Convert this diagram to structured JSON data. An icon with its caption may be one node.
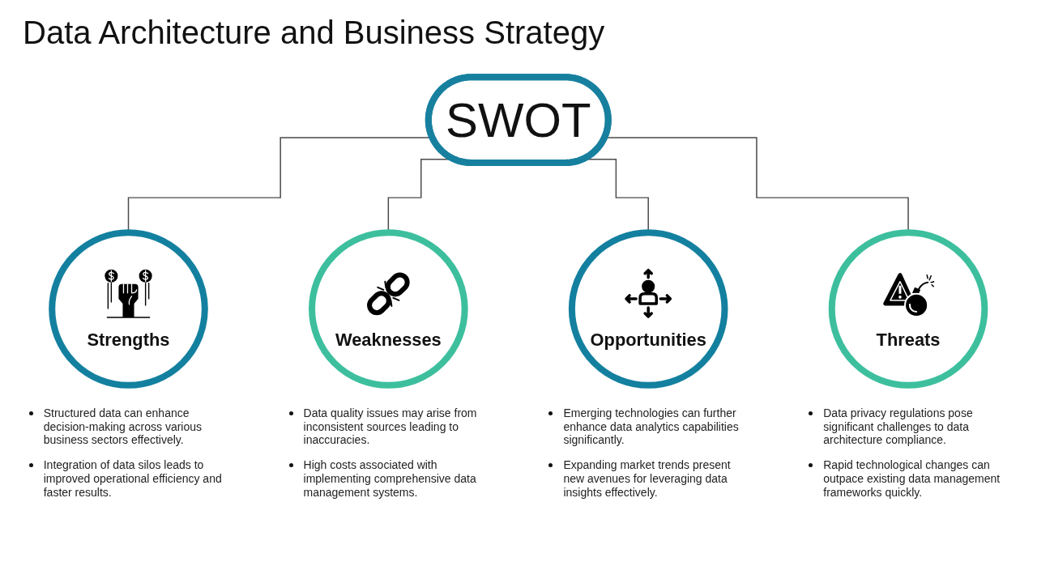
{
  "diagram": {
    "title": "Data Architecture and Business Strategy",
    "nodes": [
      {
        "text": [
          "SWOT"
        ]
      },
      {
        "text": [
          "Strengths"
        ],
        "beside": [
          "Structured data can enhance decision-making across various business sectors effectively.",
          "Integration of data silos leads to improved operational efficiency and faster results."
        ]
      },
      {
        "text": [
          "Weaknesses"
        ],
        "beside": [
          "Data quality issues may arise from inconsistent sources leading to inaccuracies.",
          "High costs associated with implementing comprehensive data management systems."
        ]
      },
      {
        "text": [
          "Opportunities"
        ],
        "beside": [
          "Emerging technologies can further enhance data analytics capabilities significantly.",
          "Expanding market trends present new avenues for leveraging data insights effectively."
        ]
      },
      {
        "text": [
          "Threats"
        ],
        "beside": [
          "Data privacy regulations pose significant challenges to data architecture compliance.",
          "Rapid technological changes can outpace existing data management frameworks quickly."
        ]
      }
    ],
    "edges": [
      {
        "from": 0,
        "to": 1,
        "arrow": "none"
      },
      {
        "from": 0,
        "to": 2,
        "arrow": "none"
      },
      {
        "from": 0,
        "to": 3,
        "arrow": "none"
      },
      {
        "from": 0,
        "to": 4,
        "arrow": "none"
      }
    ]
  }
}
